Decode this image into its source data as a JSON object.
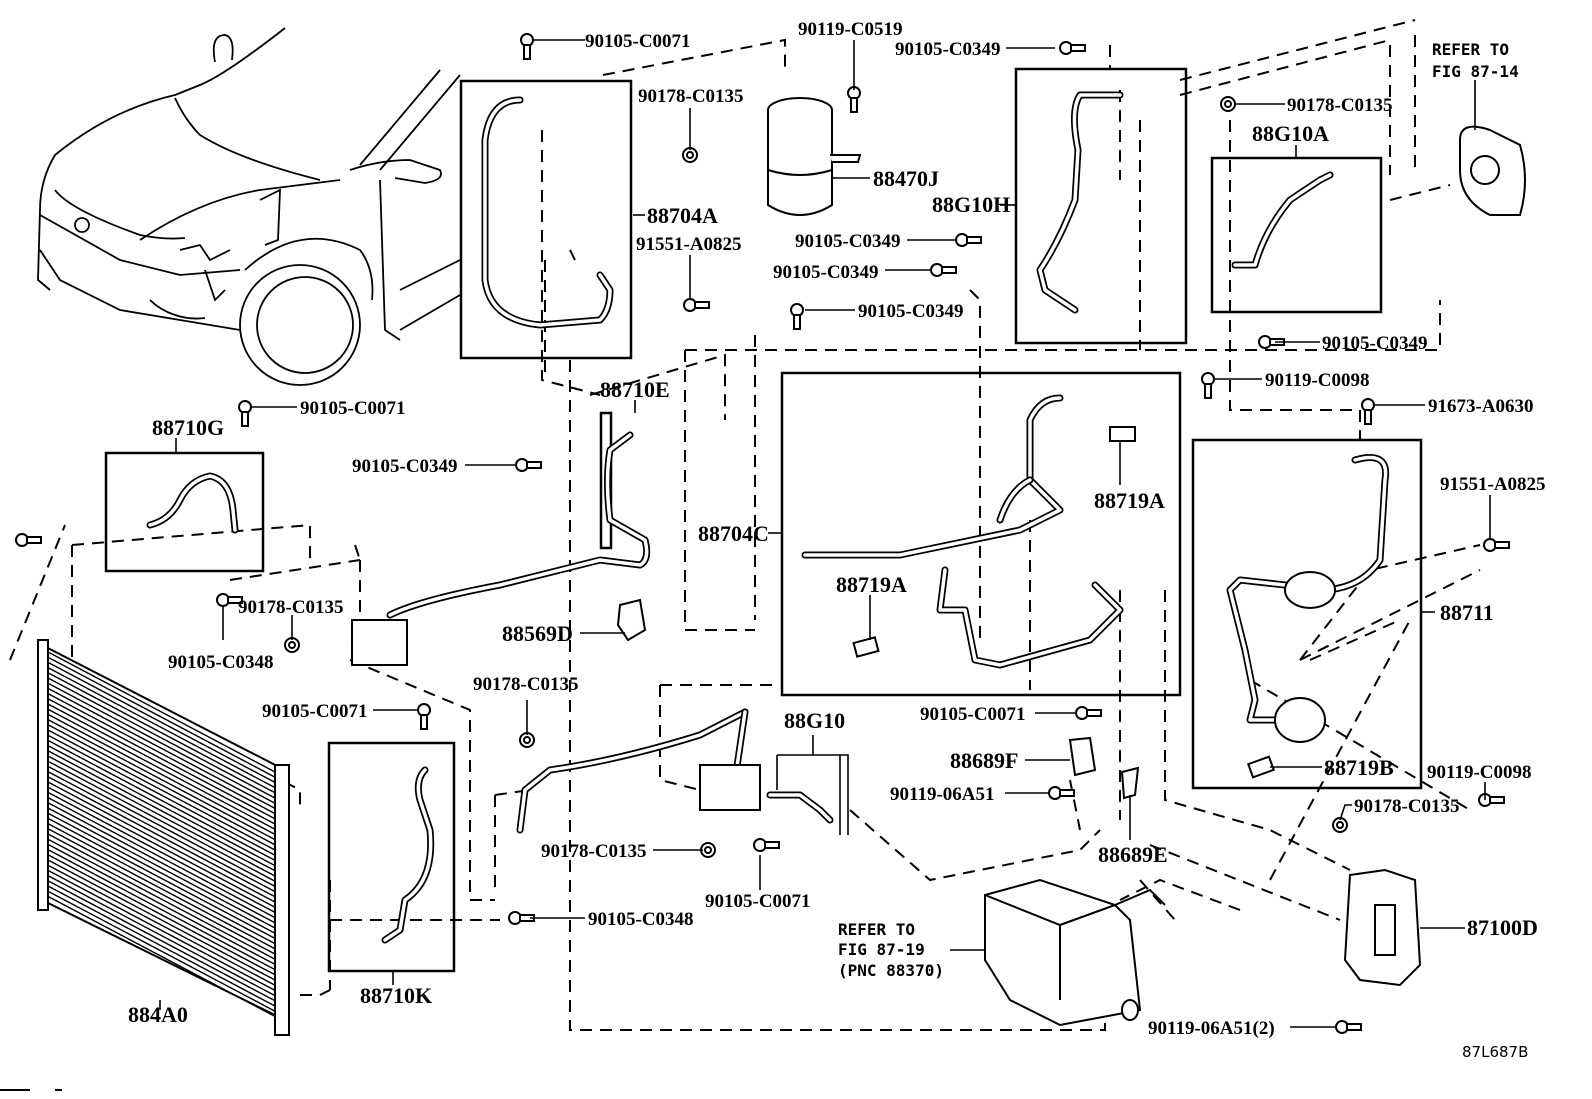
{
  "diagram": {
    "title": "Air conditioner piping parts diagram",
    "figure_code": "87L687B",
    "labels": {
      "p_90105_C0071_top": "90105-C0071",
      "p_90119_C0519": "90119-C0519",
      "p_90105_C0349_top": "90105-C0349",
      "p_90178_C0135_a": "90178-C0135",
      "p_88470J": "88470J",
      "p_88704A": "88704A",
      "p_91551_A0825_a": "91551-A0825",
      "p_90105_C0349_b": "90105-C0349",
      "p_90105_C0349_c": "90105-C0349",
      "p_90105_C0349_d": "90105-C0349",
      "p_88G10H": "88G10H",
      "p_90178_C0135_b": "90178-C0135",
      "p_88G10A": "88G10A",
      "p_90105_C0349_e": "90105-C0349",
      "p_90119_C0098_a": "90119-C0098",
      "p_91673_A0630": "91673-A0630",
      "p_91551_A0825_b": "91551-A0825",
      "p_88711": "88711",
      "p_88719B": "88719B",
      "p_90119_C0098_b": "90119-C0098",
      "p_90178_C0135_c": "90178-C0135",
      "p_87100D": "87100D",
      "p_90119_06A51_2": "90119-06A51(2)",
      "p_90105_C0071_mid": "90105-C0071",
      "p_88689F": "88689F",
      "p_90119_06A51": "90119-06A51",
      "p_88689E": "88689E",
      "p_88G10": "88G10",
      "p_90178_C0135_d": "90178-C0135",
      "p_90105_C0071_bot": "90105-C0071",
      "p_90178_C0135_e": "90178-C0135",
      "p_90105_C0348_a": "90105-C0348",
      "p_88710K": "88710K",
      "p_884A0": "884A0",
      "p_90105_C0071_left": "90105-C0071",
      "p_88710G": "88710G",
      "p_90178_C0135_f": "90178-C0135",
      "p_90105_C0348_b": "90105-C0348",
      "p_90105_C0071_g": "90105-C0071",
      "p_90105_C0349_f": "90105-C0349",
      "p_88710E": "88710E",
      "p_88569D": "88569D",
      "p_88704C": "88704C",
      "p_88719A_a": "88719A",
      "p_88719A_b": "88719A"
    },
    "references": {
      "fig_87_14_line1": "REFER TO",
      "fig_87_14_line2": "FIG 87-14",
      "fig_87_19_line1": "REFER TO",
      "fig_87_19_line2": "FIG 87-19",
      "fig_87_19_line3": "(PNC 88370)"
    }
  }
}
